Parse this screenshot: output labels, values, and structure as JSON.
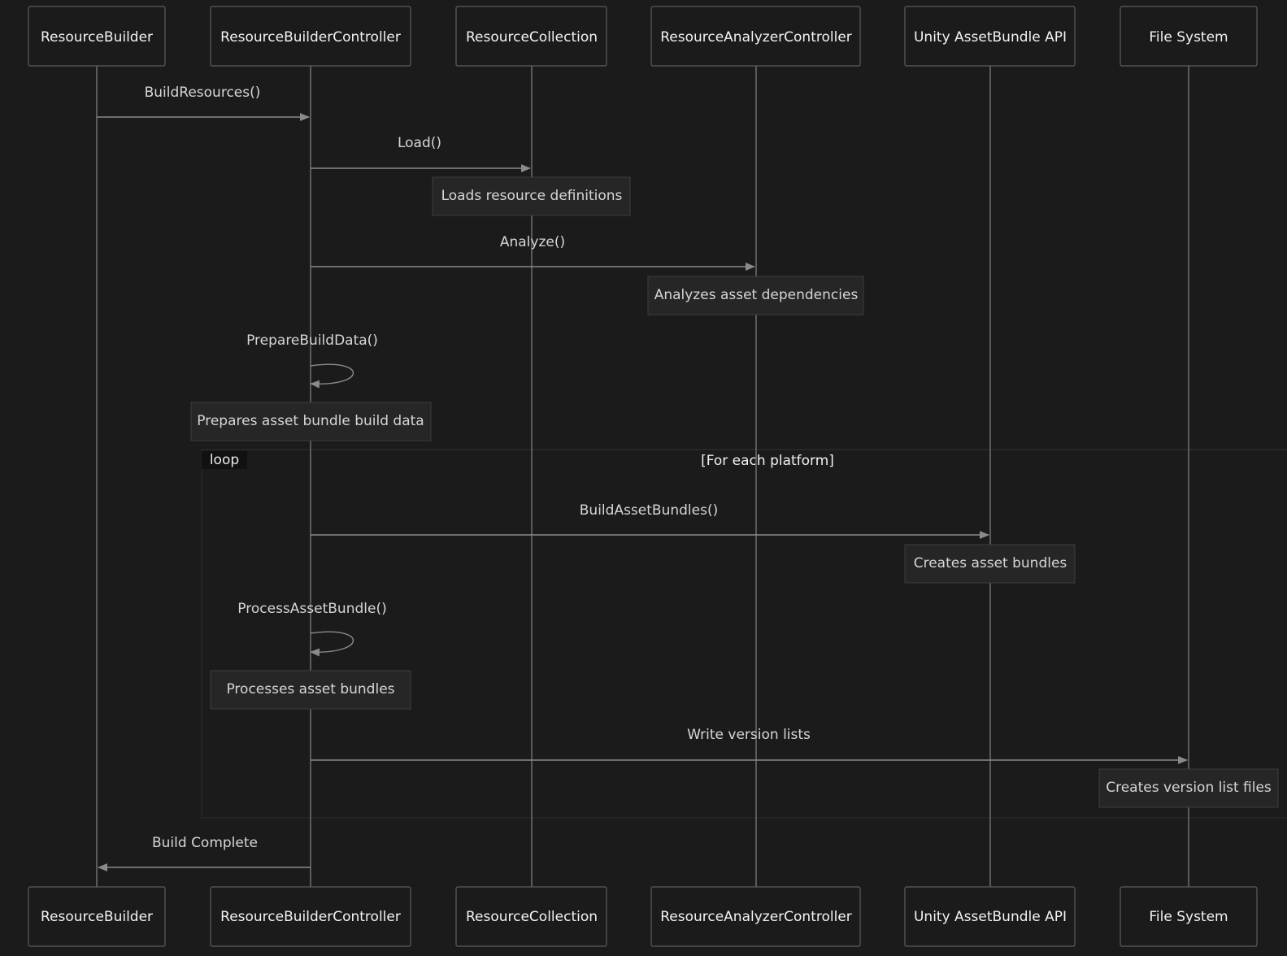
{
  "actors": [
    {
      "id": "rb",
      "label": "ResourceBuilder"
    },
    {
      "id": "rbc",
      "label": "ResourceBuilderController"
    },
    {
      "id": "rc",
      "label": "ResourceCollection"
    },
    {
      "id": "rac",
      "label": "ResourceAnalyzerController"
    },
    {
      "id": "api",
      "label": "Unity AssetBundle API"
    },
    {
      "id": "fs",
      "label": "File System"
    }
  ],
  "messages": [
    {
      "from": "rb",
      "to": "rbc",
      "label": "BuildResources()"
    },
    {
      "from": "rbc",
      "to": "rc",
      "label": "Load()"
    },
    {
      "from": "rbc",
      "to": "rac",
      "label": "Analyze()"
    },
    {
      "from": "rbc",
      "to": "rbc",
      "label": "PrepareBuildData()"
    },
    {
      "from": "rbc",
      "to": "api",
      "label": "BuildAssetBundles()"
    },
    {
      "from": "rbc",
      "to": "rbc",
      "label": "ProcessAssetBundle()"
    },
    {
      "from": "rbc",
      "to": "fs",
      "label": "Write version lists"
    },
    {
      "from": "rbc",
      "to": "rb",
      "label": "Build Complete"
    }
  ],
  "notes": [
    {
      "over": "rc",
      "text": "Loads resource definitions"
    },
    {
      "over": "rac",
      "text": "Analyzes asset dependencies"
    },
    {
      "over": "rbc",
      "text": "Prepares asset bundle build data"
    },
    {
      "over": "api",
      "text": "Creates asset bundles"
    },
    {
      "over": "rbc",
      "text": "Processes asset bundles"
    },
    {
      "over": "fs",
      "text": "Creates version list files"
    }
  ],
  "loop": {
    "label": "loop",
    "condition": "[For each platform]"
  }
}
